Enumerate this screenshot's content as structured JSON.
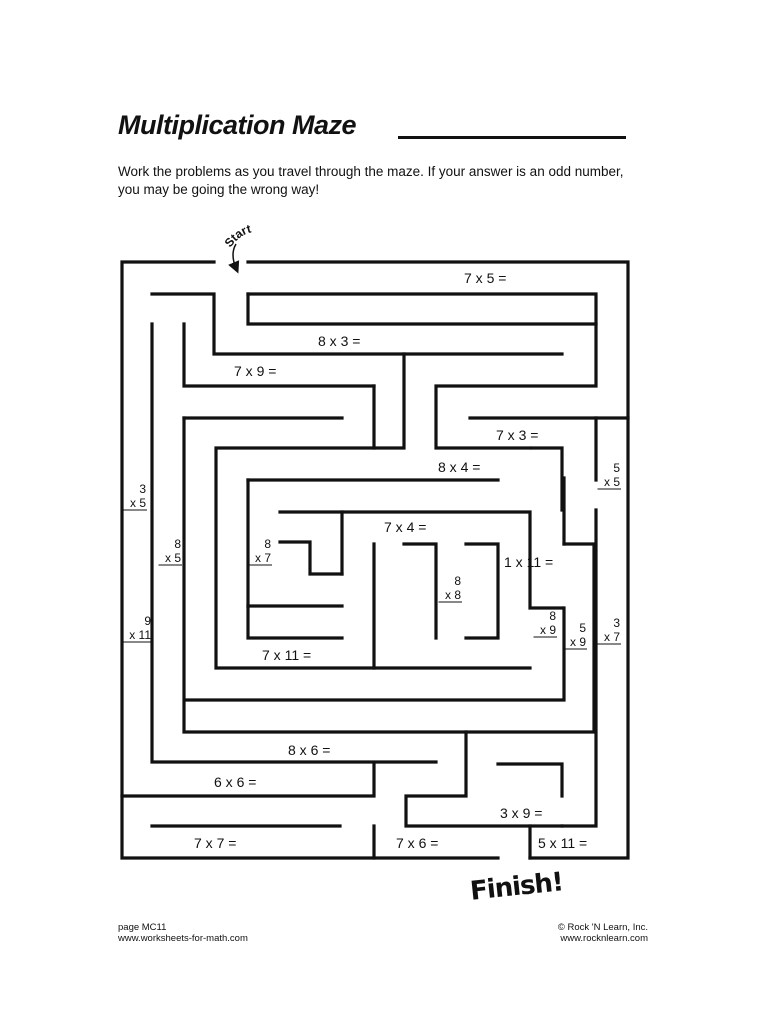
{
  "header": {
    "title": "Multiplication Maze",
    "instructions": "Work the problems as you travel through the maze. If your answer is an odd number, you may be going the wrong way!"
  },
  "maze": {
    "start_label": "Start",
    "finish_label": "Finish!",
    "horizontal_problems": [
      "7 x 5 =",
      "8 x 3 =",
      "7 x 9 =",
      "7 x 3 =",
      "8 x 4 =",
      "7 x 4 =",
      "1 x 11 =",
      "7 x 11 =",
      "8 x 6 =",
      "6 x 6 =",
      "3 x 9 =",
      "7 x 7 =",
      "7 x 6 =",
      "5 x 11 ="
    ],
    "vertical_problems": [
      {
        "top": "3",
        "bottom": "x 5"
      },
      {
        "top": "8",
        "bottom": "x 5"
      },
      {
        "top": "9",
        "bottom": "x 11"
      },
      {
        "top": "8",
        "bottom": "x 7"
      },
      {
        "top": "8",
        "bottom": "x 8"
      },
      {
        "top": "8",
        "bottom": "x 9"
      },
      {
        "top": "5",
        "bottom": "x 9"
      },
      {
        "top": "5",
        "bottom": "x 5"
      },
      {
        "top": "3",
        "bottom": "x 7"
      }
    ]
  },
  "footer": {
    "page": "page MC11",
    "site": "www.worksheets-for-math.com",
    "copyright": "© Rock 'N Learn, Inc.",
    "publisher_site": "www.rocknlearn.com"
  }
}
